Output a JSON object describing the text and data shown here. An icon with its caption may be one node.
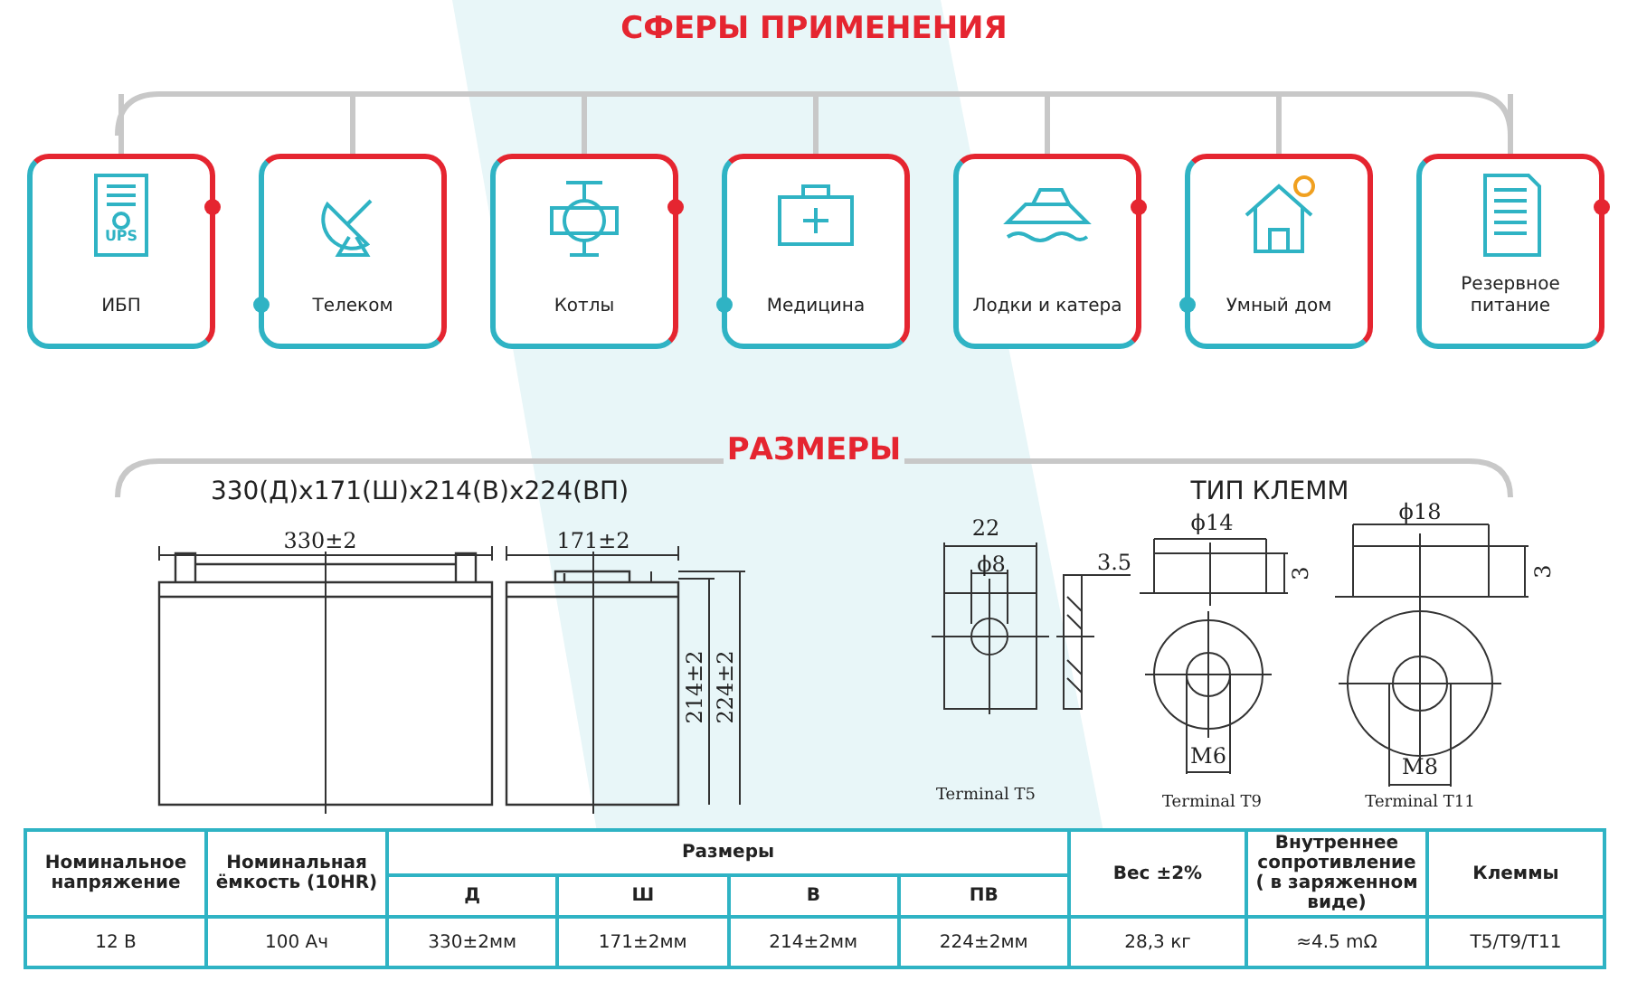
{
  "diagram": {
    "title": "СФЕРЫ ПРИМЕНЕНИЯ",
    "nodes": [
      {
        "text": [
          "ИБП"
        ]
      },
      {
        "text": [
          "Телеком"
        ]
      },
      {
        "text": [
          "Котлы"
        ]
      },
      {
        "text": [
          "Медицина"
        ]
      },
      {
        "text": [
          "Лодки и катера"
        ]
      },
      {
        "text": [
          "Умный дом"
        ]
      },
      {
        "text": [
          "Резервное питание"
        ]
      }
    ],
    "edges": [],
    "labels": [
      "UPS",
      "РАЗМЕРЫ",
      "330(Д)x171(Ш)x214(В)x224(ВП)",
      "330±2",
      "171±2",
      "214±2",
      "224±2",
      "ТИП КЛЕММ",
      "22",
      "ϕ8",
      "3.5",
      "ϕ14",
      "3",
      "ϕ18",
      "3",
      "M6",
      "M8",
      "Terminal T5",
      "Terminal T9",
      "Terminal T11",
      "Номинальное напряжение",
      "Номинальная ёмкость (10HR)",
      "Размеры",
      "Вес ±2%",
      "Внутреннее сопротивление ( в заряженном виде)",
      "Клеммы",
      "Д",
      "Ш",
      "В",
      "ПВ",
      "12 В",
      "100 Ач",
      "330±2мм",
      "171±2мм",
      "214±2мм",
      "224±2мм",
      "28,3 кг",
      "≈4.5 mΩ",
      "T5/T9/T11"
    ]
  }
}
